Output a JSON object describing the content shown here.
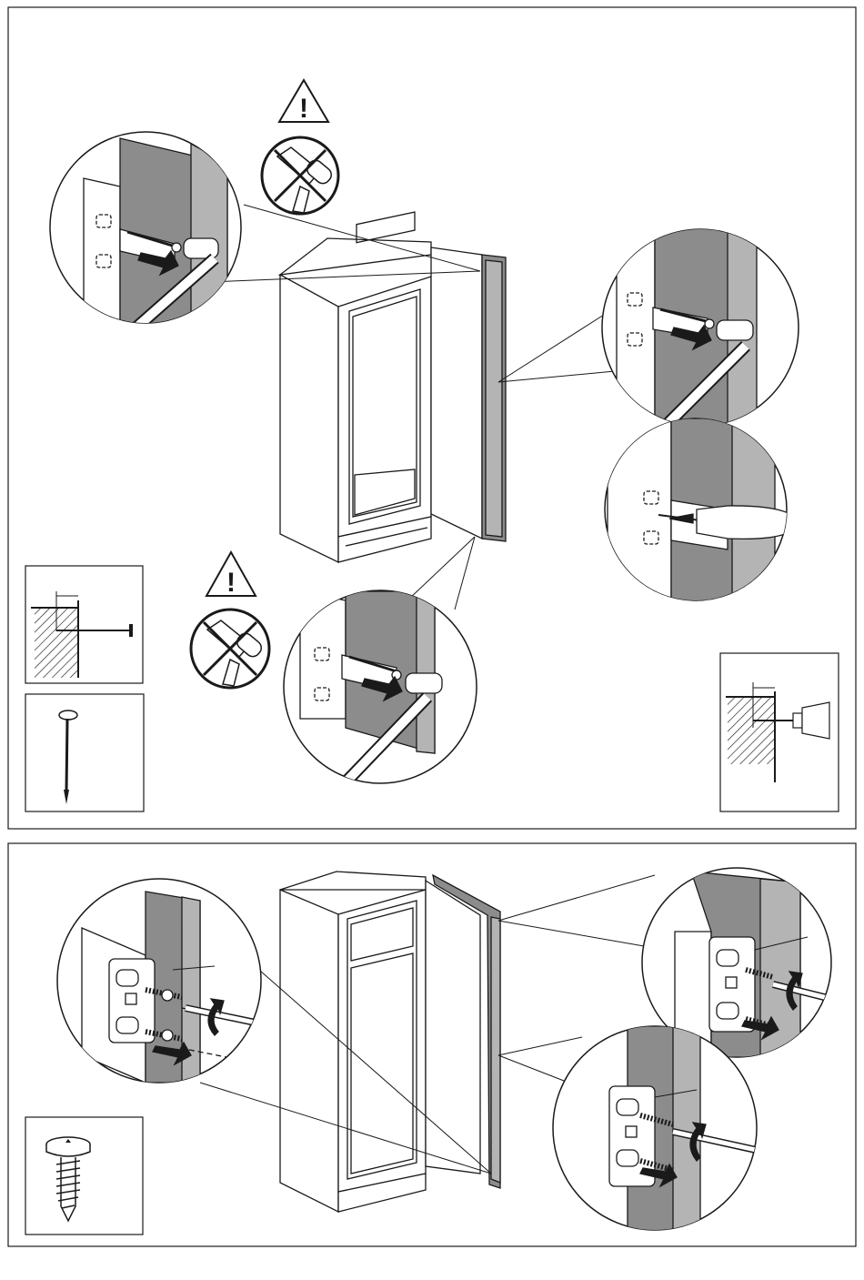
{
  "figure": {
    "panels": [
      {
        "id": "top",
        "elements": [
          "warning-triangle",
          "no-drill-icon",
          "cabinet-with-door",
          "callout-nail-upper-left",
          "callout-nail-upper-right",
          "callout-drill-right",
          "callout-nail-lower",
          "inset-nail-depth",
          "inset-nail",
          "inset-drill-depth"
        ]
      },
      {
        "id": "bottom",
        "elements": [
          "cabinet-with-door",
          "callout-bracket-left",
          "callout-bracket-upper-right",
          "callout-bracket-lower-right",
          "inset-screw"
        ]
      }
    ],
    "colors": {
      "line": "#1a1a1a",
      "door_panel": "#8c8c8c",
      "door_edge": "#b4b4b4",
      "background": "#ffffff"
    },
    "warning_symbol": "!"
  }
}
